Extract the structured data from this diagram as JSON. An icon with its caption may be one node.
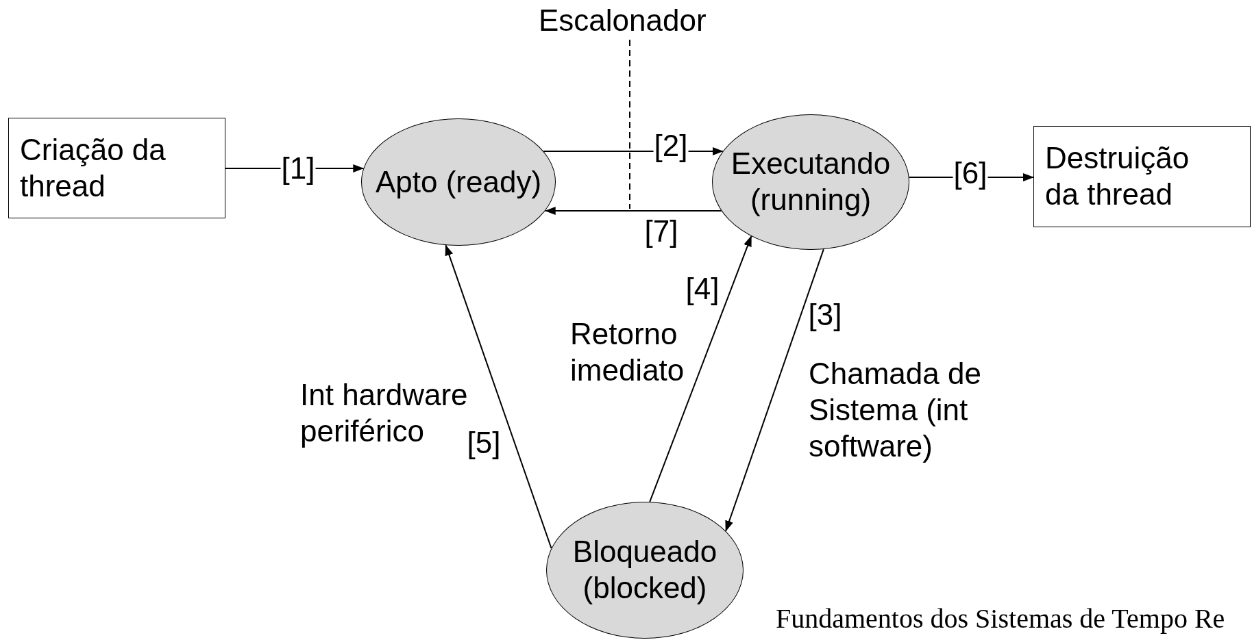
{
  "diagram": {
    "nodes": [
      {
        "text": [
          "Escalonador"
        ]
      },
      {
        "text": [
          "Criação da thread"
        ]
      },
      {
        "text": [
          "Apto (ready)"
        ]
      },
      {
        "text": [
          "Executando (running)"
        ]
      },
      {
        "text": [
          "Destruição da thread"
        ]
      },
      {
        "text": [
          "Bloqueado (blocked)"
        ]
      }
    ],
    "edges": [
      {
        "from": 1,
        "to": 2,
        "arrow": "to",
        "label": "[1]"
      },
      {
        "from": 2,
        "to": 3,
        "arrow": "to",
        "label": "[2]"
      },
      {
        "from": 3,
        "to": 5,
        "arrow": "to",
        "label": "[3]"
      },
      {
        "from": 5,
        "to": 3,
        "arrow": "to",
        "label": "[4]"
      },
      {
        "from": 5,
        "to": 2,
        "arrow": "to",
        "label": "[5]"
      },
      {
        "from": 3,
        "to": 4,
        "arrow": "to",
        "label": "[6]"
      },
      {
        "from": 3,
        "to": 2,
        "arrow": "to",
        "label": "[7]"
      },
      {
        "from": 0,
        "to": null,
        "arrow": "none",
        "style": "dashed"
      }
    ],
    "labels": [
      "Retorno imediato",
      "Int hardware periférico",
      "Chamada de Sistema (int software)",
      "Fundamentos dos Sistemas de Tempo Re"
    ]
  }
}
